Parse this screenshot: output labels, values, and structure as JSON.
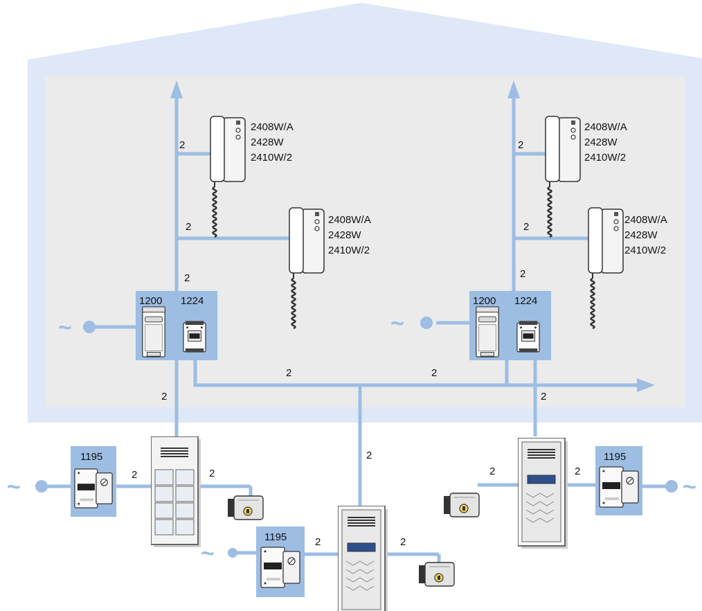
{
  "colors": {
    "building": "#dfe8f6",
    "interior": "#ebebeb",
    "wire": "#9dbde3",
    "unit_box": "#9dbde3",
    "handset": "#f4f4f4",
    "panel_face": "#f3f3f3",
    "lock_body": "#e4e4e4"
  },
  "wire_label": "2",
  "mains_symbol": "~",
  "units": {
    "power_supply": "1200",
    "interface": "1224",
    "door_supply": "1195"
  },
  "handset_models": [
    "2408W/A",
    "2428W",
    "2410W/2"
  ],
  "icons": {
    "handset": "intercom-handset-icon",
    "power_supply": "power-supply-module-icon",
    "interface": "interface-module-icon",
    "door_panel": "door-entry-panel-icon",
    "lock": "electric-lock-icon",
    "mains": "mains-supply-icon"
  }
}
